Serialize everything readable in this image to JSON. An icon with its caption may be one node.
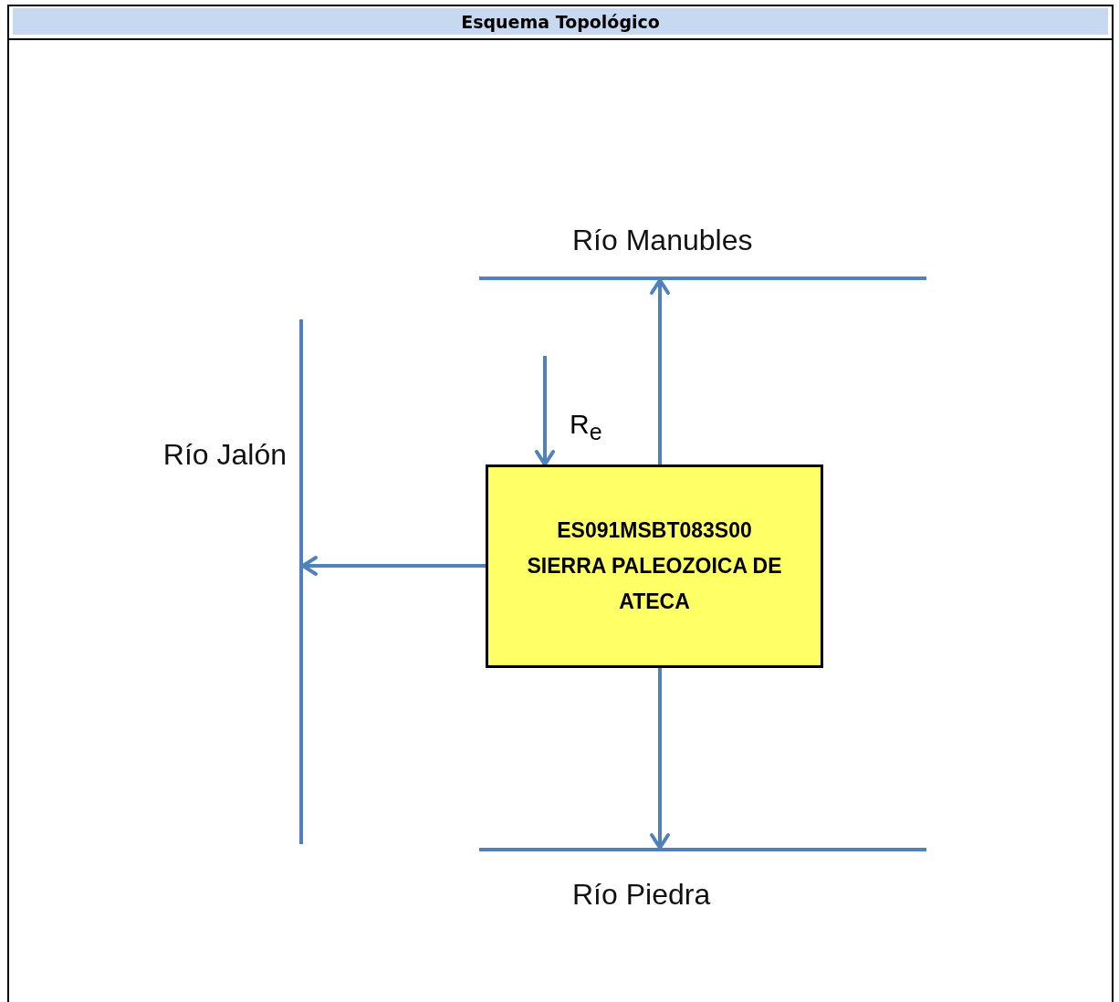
{
  "diagram": {
    "title": "Esquema Topológico",
    "nodes": [
      {
        "text": [
          "ES091MSBT083S00 SIERRA PALEOZOICA DE ATECA"
        ]
      },
      {
        "text": [
          "Río Manubles"
        ]
      },
      {
        "text": [
          "Río Jalón"
        ]
      },
      {
        "text": [
          "Río Piedra"
        ]
      }
    ],
    "edges": [
      {
        "from": 0,
        "to": 1,
        "arrow": "to"
      },
      {
        "from": 0,
        "to": 2,
        "arrow": "to"
      },
      {
        "from": 0,
        "to": 3,
        "arrow": "to"
      },
      {
        "from": null,
        "to": 0,
        "arrow": "to",
        "label": "R$_{e}$"
      }
    ]
  }
}
